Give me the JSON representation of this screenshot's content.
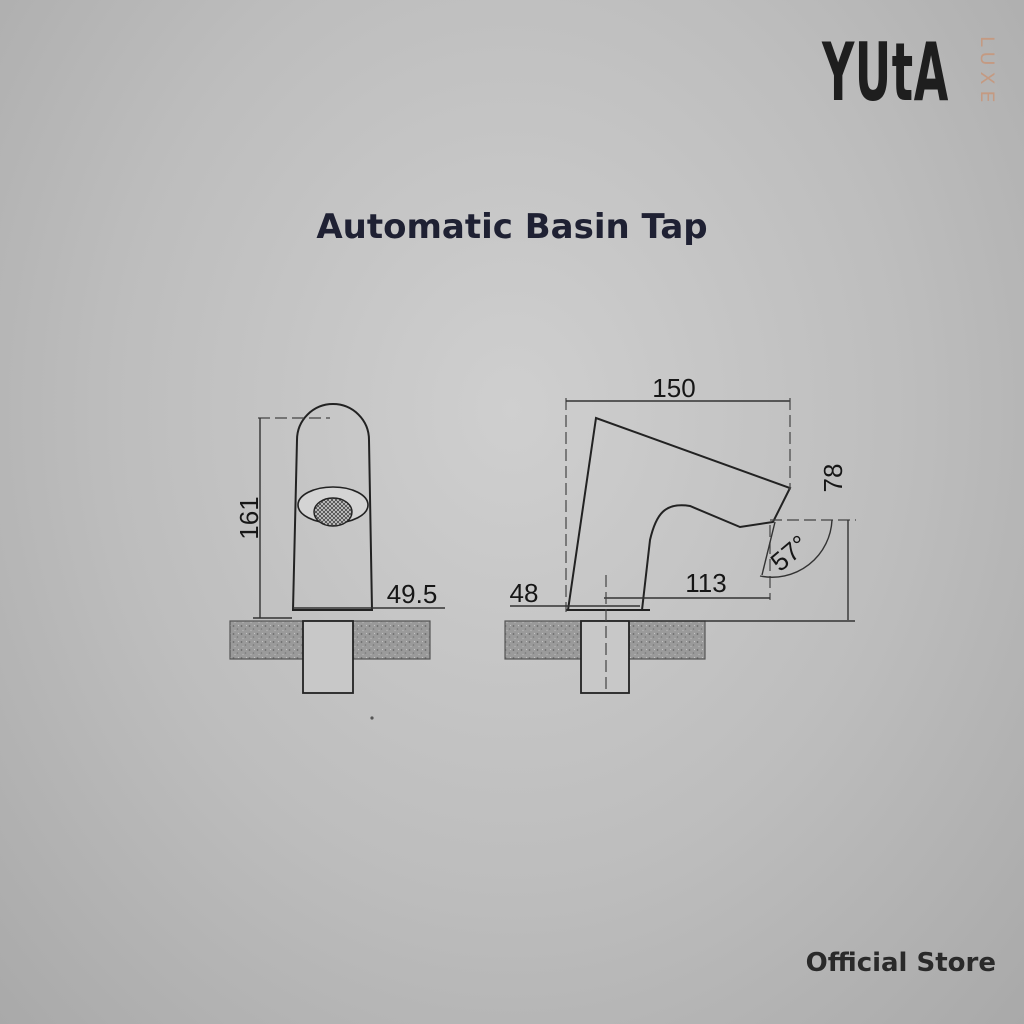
{
  "brand": {
    "name": "YUtA",
    "sub": "LUXE"
  },
  "title": "Automatic Basin Tap",
  "diagram": {
    "front_view": {
      "height": "161",
      "width": "49.5"
    },
    "side_view": {
      "length": "150",
      "spout_height": "78",
      "offset": "48",
      "reach": "113",
      "angle": "57°"
    }
  },
  "footer": "Official Store"
}
